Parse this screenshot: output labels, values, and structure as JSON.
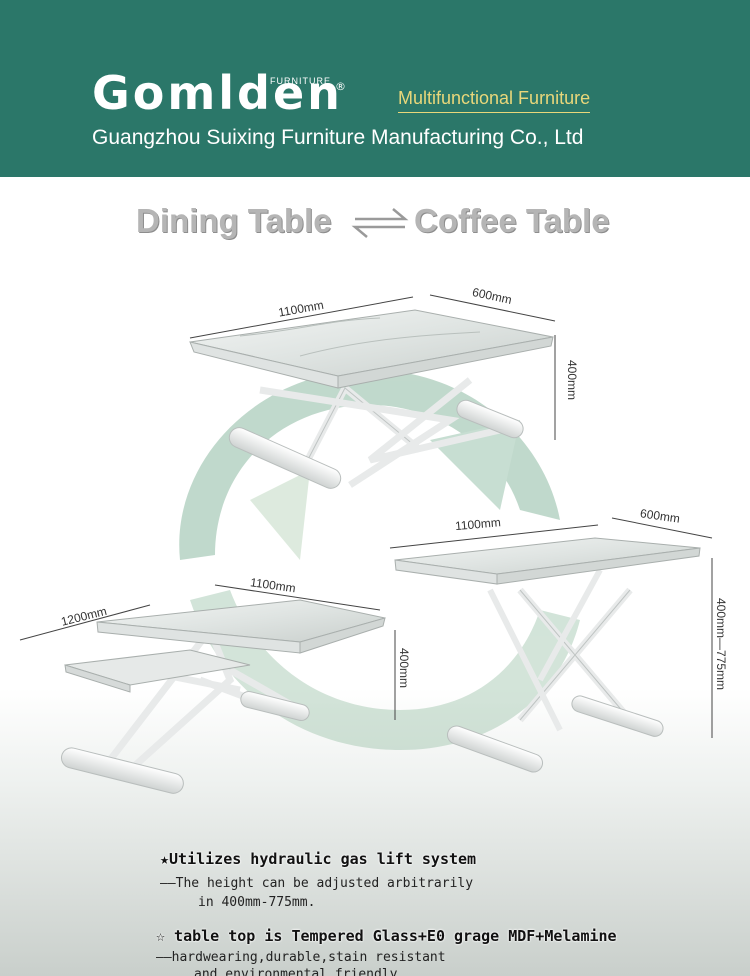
{
  "header": {
    "brand": "Gomlden",
    "brand_sub": "FURNITURE",
    "registered": "®",
    "tagline": "Multifunctional Furniture",
    "company": "Guangzhou Suixing Furniture Manufacturing Co., Ltd"
  },
  "modes": {
    "left": "Dining Table",
    "right": "Coffee Table",
    "swap_icon": "swap-arrows-icon"
  },
  "dimensions": {
    "top_length": "1100mm",
    "top_width": "600mm",
    "top_height": "400mm",
    "right_length": "1100mm",
    "right_width": "600mm",
    "right_height": "400mm—775mm",
    "left_extended": "1200mm",
    "left_length": "1100mm",
    "left_height": "400mm"
  },
  "features": {
    "f1_title": "★Utilizes hydraulic gas lift system",
    "f1_line1": "——The height can be adjusted arbitrarily",
    "f1_line2": "in 400mm-775mm.",
    "f2_title": "☆ table top is Tempered Glass+E0 grage MDF+Melamine",
    "f2_line1": "——hardwearing,durable,stain resistant",
    "f2_line2": "and environmental friendly"
  },
  "colors": {
    "header_bg": "#2b7769",
    "tagline": "#e9d77a",
    "mode_title": "#b5b5b5"
  }
}
